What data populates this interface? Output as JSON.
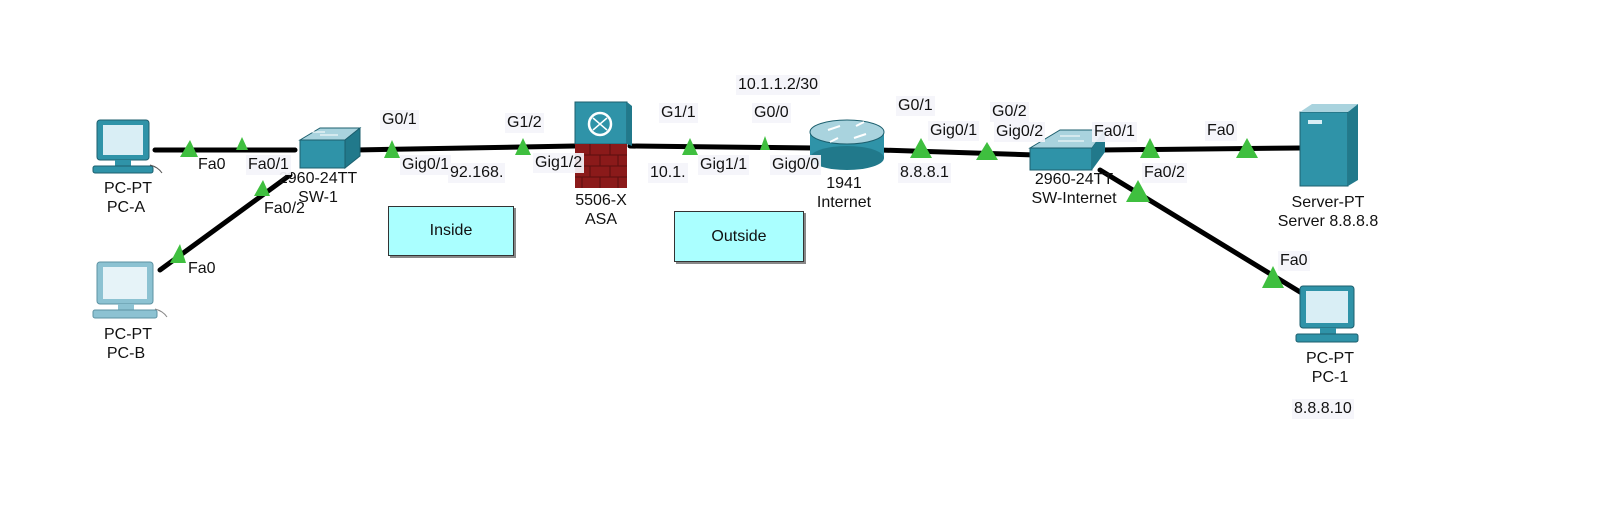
{
  "colors": {
    "link": "#000000",
    "port_up": "#3fbf3f",
    "device_teal": "#2f93a8",
    "firewall_red": "#8b1a1a",
    "zone_fill": "#aaffff"
  },
  "devices": {
    "pc_a": {
      "type": "PC-PT",
      "name": "PC-A"
    },
    "pc_b": {
      "type": "PC-PT",
      "name": "PC-B"
    },
    "sw1": {
      "type": "2960-24TT",
      "name": "SW-1"
    },
    "asa": {
      "type": "5506-X",
      "name": "ASA"
    },
    "router": {
      "type": "1941",
      "name": "Internet"
    },
    "sw_internet": {
      "type": "2960-24TT",
      "name": "SW-Internet"
    },
    "server": {
      "type": "Server-PT",
      "name": "Server 8.8.8.8"
    },
    "pc_1": {
      "type": "PC-PT",
      "name": "PC-1"
    }
  },
  "ports": {
    "pca_fa0": "Fa0",
    "sw1_fa01": "Fa0/1",
    "sw1_fa02": "Fa0/2",
    "pcb_fa0": "Fa0",
    "sw1_g01_top": "G0/1",
    "sw1_gig01": "Gig0/1",
    "asa_g12_top": "G1/2",
    "asa_gig12": "Gig1/2",
    "asa_g11_top": "G1/1",
    "asa_gig11": "Gig1/1",
    "rtr_g00_top": "G0/0",
    "rtr_gig00": "Gig0/0",
    "rtr_g01_top": "G0/1",
    "rtr_gig01": "Gig0/1",
    "swi_g02_top": "G0/2",
    "swi_gig02": "Gig0/2",
    "swi_fa01": "Fa0/1",
    "srv_fa0": "Fa0",
    "swi_fa02": "Fa0/2",
    "pc1_fa0": "Fa0"
  },
  "addresses": {
    "inside_net": "92.168.",
    "outside_net": "10.1.",
    "router_outside_ip": "10.1.1.2/30",
    "router_internet_ip": "8.8.8.1",
    "pc1_ip": "8.8.8.10"
  },
  "zones": {
    "inside": "Inside",
    "outside": "Outside"
  }
}
